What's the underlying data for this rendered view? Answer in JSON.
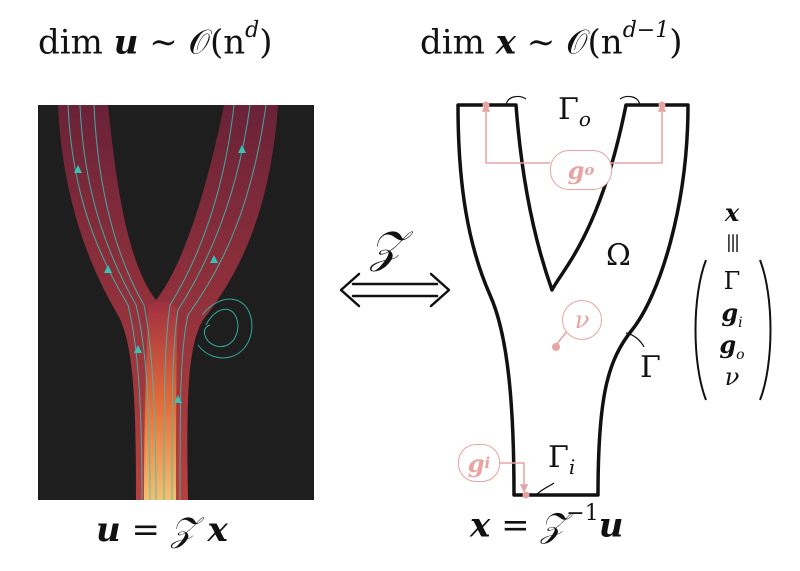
{
  "left": {
    "title_prefix": "dim",
    "title_var": "u",
    "title_rel": "∼ 𝒪(n",
    "title_exp": "d",
    "title_close": ")",
    "equation_lhs": "u",
    "equation_mid": "= 𝒵",
    "equation_rhs": "x"
  },
  "right": {
    "title_prefix": "dim",
    "title_var": "x",
    "title_rel": "∼ 𝒪(n",
    "title_exp": "d−1",
    "title_close": ")",
    "equation_lhs": "x",
    "equation_mid": "= 𝒵",
    "equation_exp": "−1",
    "equation_rhs": "u"
  },
  "map_symbol": "𝒵",
  "labels": {
    "gamma_o": "Γ",
    "gamma_o_sub": "o",
    "omega": "Ω",
    "gamma": "Γ",
    "gamma_i": "Γ",
    "gamma_i_sub": "i",
    "g_o": "g",
    "g_o_sub": "o",
    "g_i": "g",
    "g_i_sub": "i",
    "nu": "ν"
  },
  "vector": {
    "head": "x",
    "equiv": "|||",
    "items": [
      "Γ",
      "g",
      "g",
      "ν"
    ],
    "item_subs": [
      "",
      "i",
      "o",
      ""
    ]
  },
  "colors": {
    "background": "#1e1e1e",
    "flow_outer": "#7a2a3a",
    "flow_core": "#f0a050",
    "streamline": "#36c2b4",
    "parameter": "#e8a3a3"
  }
}
